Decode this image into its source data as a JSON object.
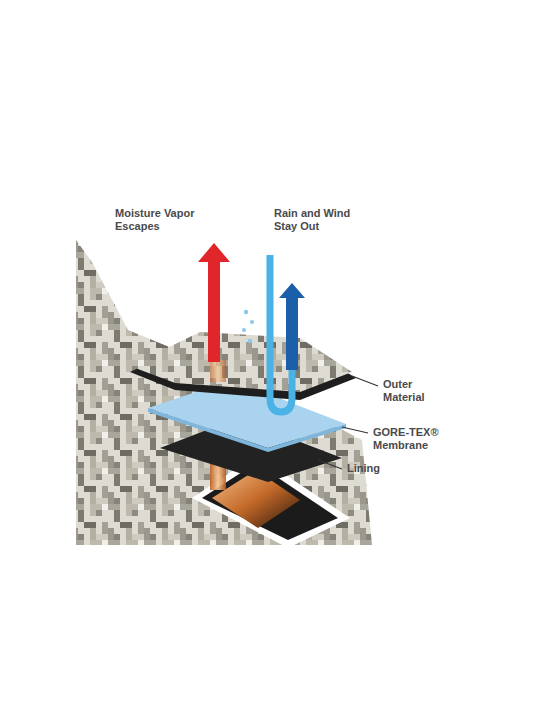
{
  "diagram": {
    "labels": [
      "Moisture Vapor Escapes",
      "Rain and Wind Stay Out",
      "Outer Material",
      "GORE-TEX® Membrane",
      "Lining"
    ]
  }
}
